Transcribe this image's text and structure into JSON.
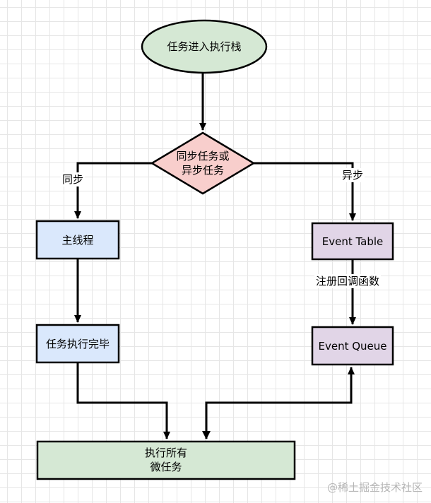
{
  "nodes": {
    "start": {
      "text": "任务进入执行栈",
      "fill": "#d5e8d4"
    },
    "decision": {
      "text": "同步任务或\n异步任务",
      "fill": "#f8cecc"
    },
    "main_thread": {
      "text": "主线程",
      "fill": "#dae8fc"
    },
    "task_done": {
      "text": "任务执行完毕",
      "fill": "#dae8fc"
    },
    "event_table": {
      "text": "Event Table",
      "fill": "#e1d5e7"
    },
    "event_queue": {
      "text": "Event Queue",
      "fill": "#e1d5e7"
    },
    "microtasks": {
      "text": "执行所有\n微任务",
      "fill": "#d5e8d4"
    }
  },
  "edges": {
    "sync_label": "同步",
    "async_label": "异步",
    "register_label": "注册回调函数"
  },
  "watermark": "@稀土掘金技术社区"
}
